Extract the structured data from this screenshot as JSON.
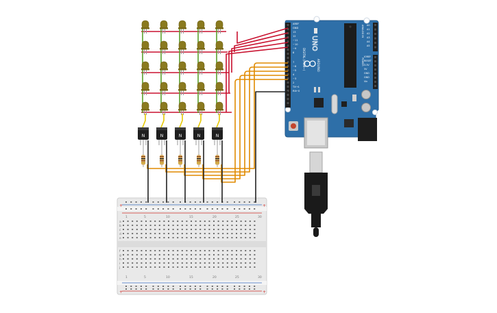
{
  "components": {
    "led_color": "#8a7a1f",
    "transistor_label": "N",
    "transistor_color": "#1f1f1f",
    "wire_red": "#c8102e",
    "wire_orange": "#e08a00",
    "wire_yellow": "#e6c800",
    "wire_green": "#5aa02c",
    "wire_black": "#222222"
  },
  "arduino": {
    "board_color": "#2e6fa8",
    "model": "UNO",
    "brand": "ARDUINO",
    "digital_header": "DIGITAL (PWM~)",
    "digital_pins": [
      "13",
      "12",
      "~11",
      "~10",
      "~9",
      "8",
      "7",
      "~6",
      "~5",
      "4",
      "~3",
      "2",
      "TX 1",
      "RX 0"
    ],
    "left_pins_top": [
      "AREF",
      "GND",
      "13",
      "12",
      "~11",
      "~10",
      "~9",
      "8"
    ],
    "left_pins_bottom": [
      "7",
      "~6",
      "~5",
      "4",
      "~3",
      "2",
      "TX→1",
      "RX←0"
    ],
    "power_header": "POWER",
    "power_pins": [
      "IOREF",
      "RESET",
      "3.3V",
      "5V",
      "GND",
      "GND",
      "Vin"
    ],
    "analog_header": "ANALOG IN",
    "analog_pins": [
      "A0",
      "A1",
      "A2",
      "A3",
      "A4",
      "A5"
    ]
  },
  "usb": {
    "cable_color": "#1a1a1a"
  },
  "breadboard": {
    "body_color": "#e9e9e9",
    "column_numbers": [
      "1",
      "5",
      "10",
      "15",
      "20",
      "25",
      "30"
    ],
    "row_letters_top": [
      "a",
      "b",
      "c",
      "d",
      "e"
    ],
    "row_letters_bottom": [
      "f",
      "g",
      "h",
      "i",
      "j"
    ],
    "rail_plus": "+",
    "rail_minus": "-"
  }
}
